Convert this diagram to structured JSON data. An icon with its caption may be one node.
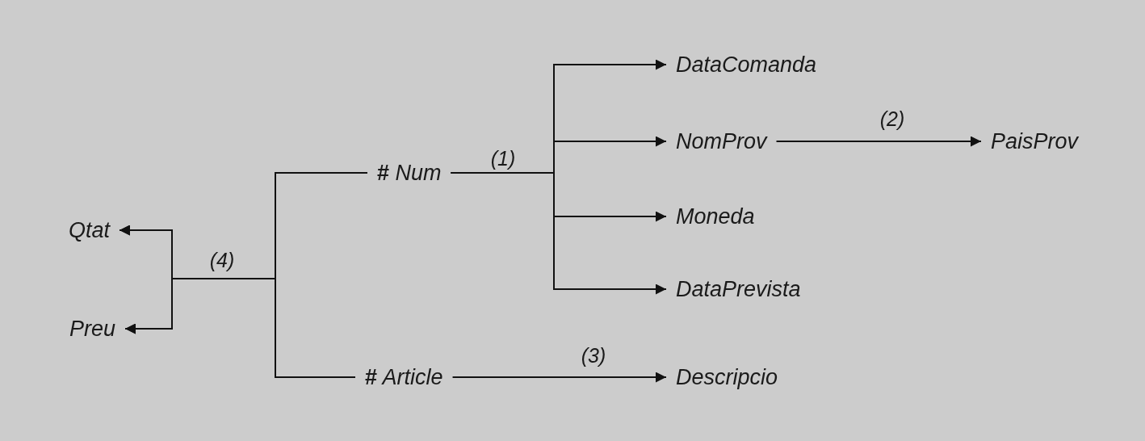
{
  "diagram": {
    "nodes": [
      {
        "text": [
          "**#** Num"
        ]
      },
      {
        "text": [
          "**#** Article"
        ]
      },
      {
        "text": [
          "DataComanda"
        ]
      },
      {
        "text": [
          "NomProv"
        ]
      },
      {
        "text": [
          "PaisProv"
        ]
      },
      {
        "text": [
          "Moneda"
        ]
      },
      {
        "text": [
          "DataPrevista"
        ]
      },
      {
        "text": [
          "Descripcio"
        ]
      },
      {
        "text": [
          "Qtat"
        ]
      },
      {
        "text": [
          "Preu"
        ]
      }
    ],
    "edges": [
      {
        "from": 0,
        "to": 2,
        "arrow": "to",
        "label": "(1)"
      },
      {
        "from": 0,
        "to": 3,
        "arrow": "to"
      },
      {
        "from": 0,
        "to": 5,
        "arrow": "to"
      },
      {
        "from": 0,
        "to": 6,
        "arrow": "to"
      },
      {
        "from": 3,
        "to": 4,
        "arrow": "to",
        "label": "(2)"
      },
      {
        "from": 1,
        "to": 7,
        "arrow": "to",
        "label": "(3)"
      },
      {
        "from": 0,
        "to": 8,
        "arrow": "to",
        "label": "(4)"
      },
      {
        "from": 0,
        "to": 9,
        "arrow": "to"
      },
      {
        "from": 1,
        "to": 8,
        "arrow": "to"
      },
      {
        "from": 1,
        "to": 9,
        "arrow": "to"
      }
    ]
  }
}
